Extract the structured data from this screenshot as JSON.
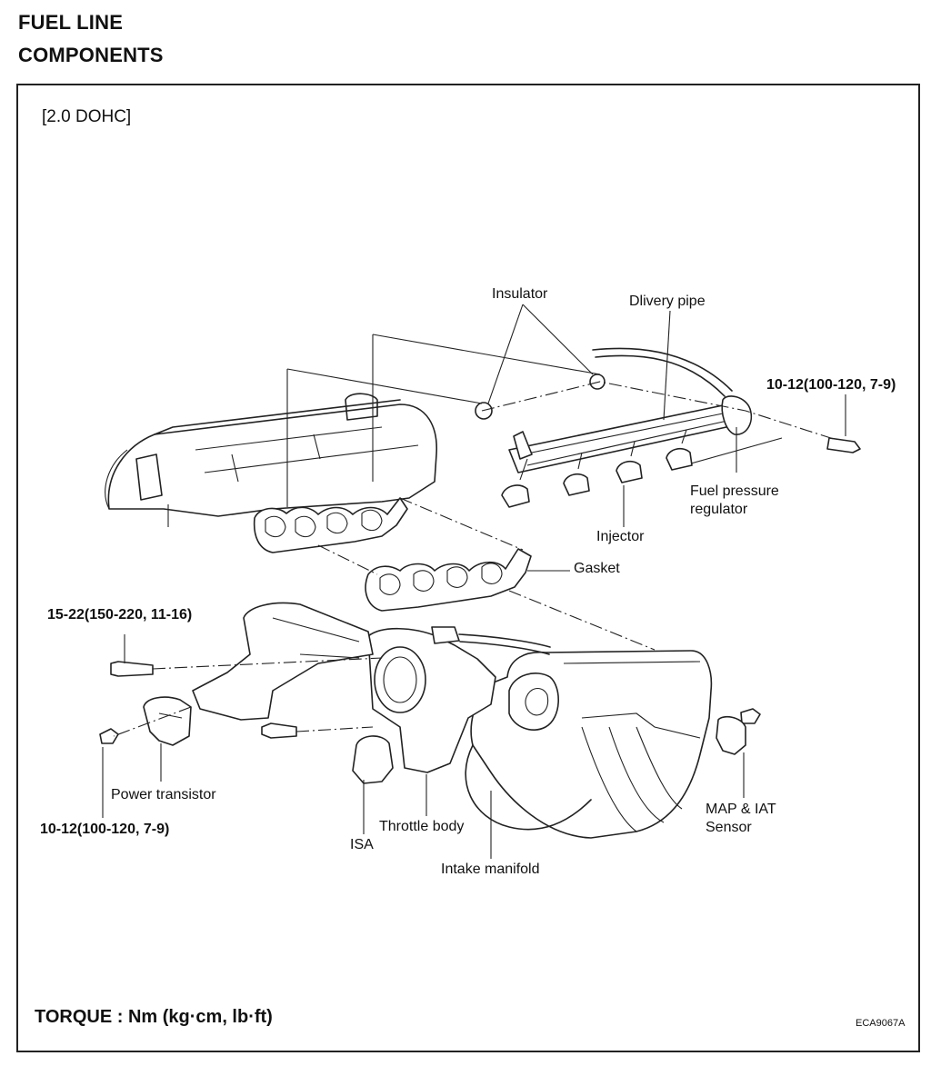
{
  "header": {
    "title": "FUEL LINE",
    "subtitle": "COMPONENTS"
  },
  "diagram": {
    "variant": "[2.0 DOHC]",
    "labels": {
      "insulator": "Insulator",
      "delivery_pipe": "Dlivery pipe",
      "torque_delivery_bolt": "10-12(100-120, 7-9)",
      "fuel_pressure_regulator_1": "Fuel pressure",
      "fuel_pressure_regulator_2": "regulator",
      "injector": "Injector",
      "gasket": "Gasket",
      "torque_manifold_bolt": "15-22(150-220, 11-16)",
      "power_transistor": "Power transistor",
      "torque_transistor_bolt": "10-12(100-120, 7-9)",
      "throttle_body": "Throttle body",
      "isa": "ISA",
      "intake_manifold": "Intake manifold",
      "map_iat_1": "MAP & IAT",
      "map_iat_2": "Sensor"
    }
  },
  "footer": {
    "torque_units": "TORQUE : Nm (kg·cm, lb·ft)",
    "figure_id": "ECA9067A"
  }
}
